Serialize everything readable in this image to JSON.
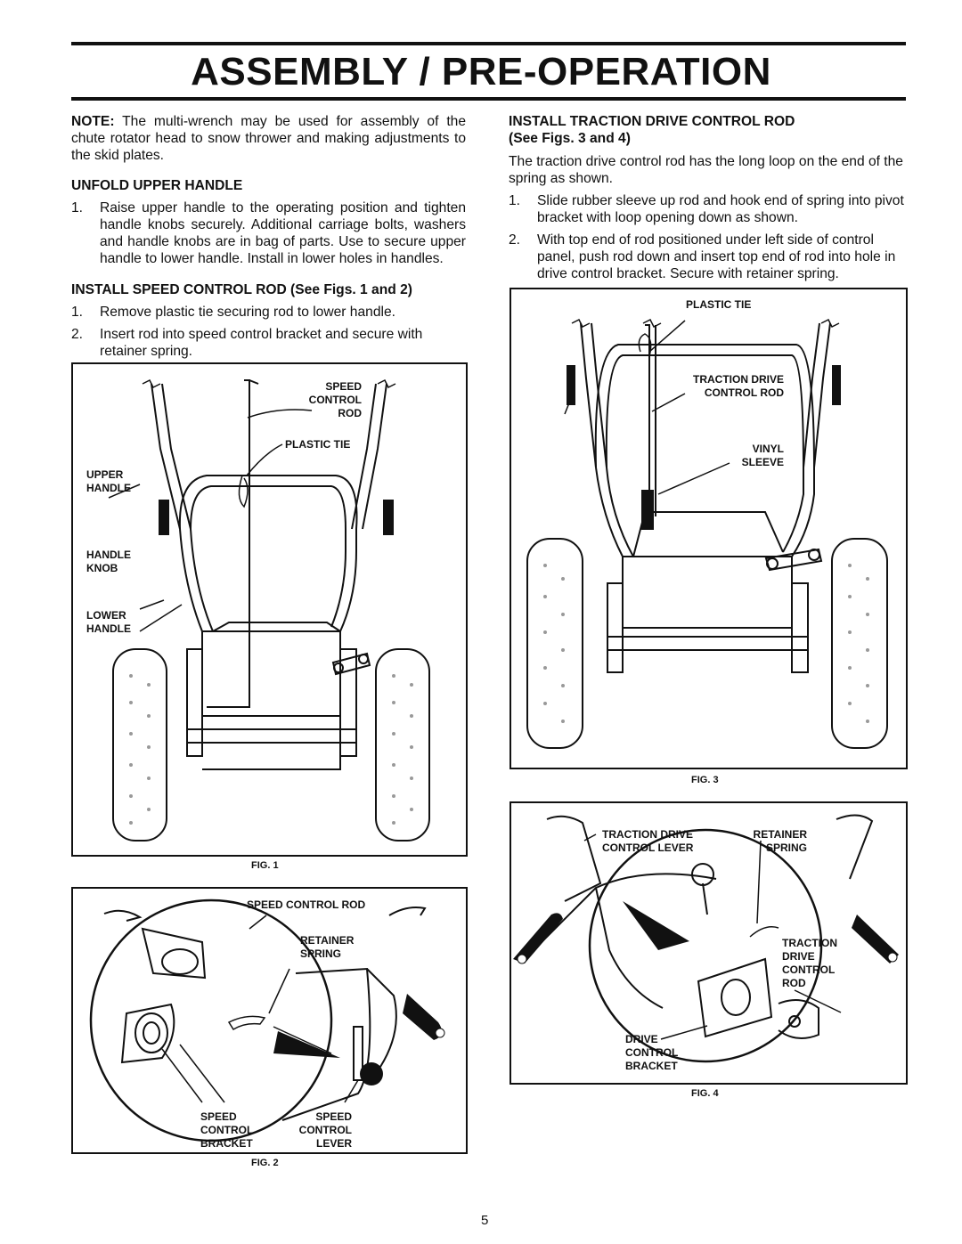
{
  "header": {
    "title": "ASSEMBLY / PRE-OPERATION"
  },
  "left": {
    "note_bold": "NOTE:",
    "note_text": " The multi-wrench may be used for assembly of the chute rotator head to snow thrower and making adjustments to the skid plates.",
    "unfold_heading": "UNFOLD UPPER HANDLE",
    "unfold_steps": [
      {
        "num": "1.",
        "text": "Raise upper handle to the operating position and tighten handle knobs securely.  Additional carriage bolts, washers and handle knobs are in bag of parts. Use to secure upper handle to lower handle.  Install in lower holes in handles."
      }
    ],
    "speed_heading": "INSTALL SPEED CONTROL ROD (See Figs. 1 and 2)",
    "speed_steps": [
      {
        "num": "1.",
        "text": "Remove plastic tie securing rod to lower handle."
      },
      {
        "num": "2.",
        "text": "Insert rod into speed control bracket and secure with retainer spring."
      }
    ]
  },
  "right": {
    "traction_heading_1": "INSTALL TRACTION DRIVE CONTROL ROD",
    "traction_heading_2": "(See Figs. 3 and 4)",
    "traction_intro": "The traction drive control rod has the long loop on the end of the spring as shown.",
    "traction_steps": [
      {
        "num": "1.",
        "text": "Slide rubber sleeve up rod and hook end of spring into pivot bracket with loop opening down as shown."
      },
      {
        "num": "2.",
        "text": "With top end of rod positioned under left side of control panel, push rod down and insert top end of rod into hole in drive control bracket.  Secure with retainer spring."
      }
    ]
  },
  "fig1": {
    "caption": "FIG. 1",
    "labels": {
      "speed_control_rod": "SPEED\nCONTROL\nROD",
      "plastic_tie": "PLASTIC TIE",
      "upper_handle": "UPPER\nHANDLE",
      "handle_knob": "HANDLE\nKNOB",
      "lower_handle": "LOWER\nHANDLE"
    }
  },
  "fig2": {
    "caption": "FIG. 2",
    "labels": {
      "speed_control_rod": "SPEED CONTROL ROD",
      "retainer_spring": "RETAINER\nSPRING",
      "speed_control_bracket": "SPEED\nCONTROL\nBRACKET",
      "speed_control_lever": "SPEED\nCONTROL\nLEVER"
    }
  },
  "fig3": {
    "caption": "FIG. 3",
    "labels": {
      "plastic_tie": "PLASTIC TIE",
      "traction_drive_control_rod": "TRACTION DRIVE\nCONTROL ROD",
      "vinyl_sleeve": "VINYL\nSLEEVE"
    }
  },
  "fig4": {
    "caption": "FIG. 4",
    "labels": {
      "traction_drive_control_lever": "TRACTION DRIVE\nCONTROL LEVER",
      "retainer_spring": "RETAINER\nSPRING",
      "traction_drive_control_rod": "TRACTION\nDRIVE\nCONTROL\nROD",
      "drive_control_bracket": "DRIVE\nCONTROL\nBRACKET"
    }
  },
  "footer": {
    "page_number": "5"
  }
}
